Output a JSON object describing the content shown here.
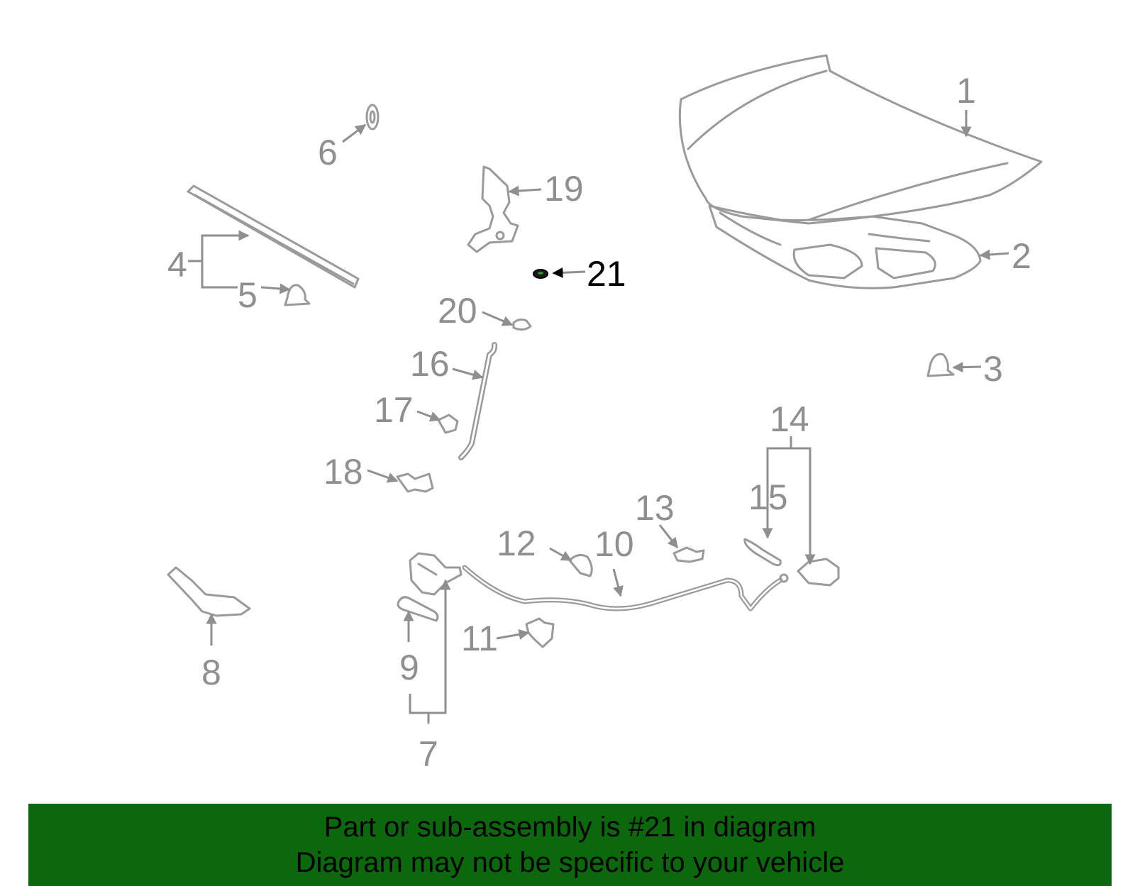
{
  "colors": {
    "part_stroke": "#9a9a9a",
    "callout": "#8f8f8f",
    "highlight": "#000000",
    "banner_bg": "#0c680c",
    "banner_text": "#000000"
  },
  "callouts": [
    {
      "label": "1",
      "part": "hood-panel"
    },
    {
      "label": "2",
      "part": "hood-insulator"
    },
    {
      "label": "3",
      "part": "clip"
    },
    {
      "label": "4",
      "part": "hood-seal-assembly"
    },
    {
      "label": "5",
      "part": "clip"
    },
    {
      "label": "6",
      "part": "grommet"
    },
    {
      "label": "7",
      "part": "latch-assembly"
    },
    {
      "label": "8",
      "part": "latch-support"
    },
    {
      "label": "9",
      "part": "spring"
    },
    {
      "label": "10",
      "part": "release-cable"
    },
    {
      "label": "11",
      "part": "bracket"
    },
    {
      "label": "12",
      "part": "handle"
    },
    {
      "label": "13",
      "part": "clip"
    },
    {
      "label": "14",
      "part": "release-handle-assembly"
    },
    {
      "label": "15",
      "part": "spring"
    },
    {
      "label": "16",
      "part": "prop-rod"
    },
    {
      "label": "17",
      "part": "retainer"
    },
    {
      "label": "18",
      "part": "holder"
    },
    {
      "label": "19",
      "part": "hinge"
    },
    {
      "label": "20",
      "part": "bumper"
    },
    {
      "label": "21",
      "part": "cushion",
      "highlighted": true
    }
  ],
  "banner": {
    "line1": "Part or sub-assembly is #21 in diagram",
    "line2": "Diagram may not be specific to your vehicle"
  }
}
